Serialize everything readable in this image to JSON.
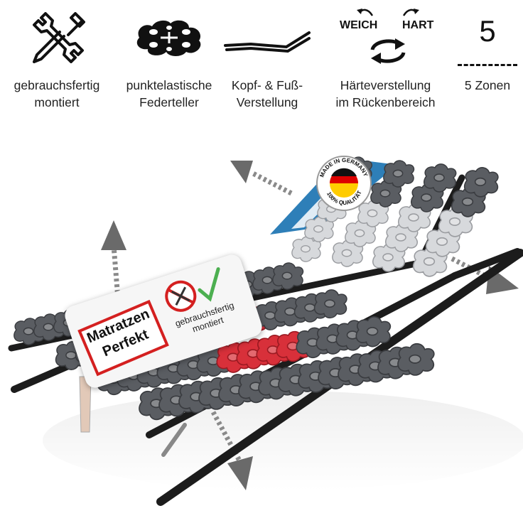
{
  "features": [
    {
      "icon": "wrench-screwdriver-icon",
      "lines": [
        "gebrauchsfertig",
        "montiert"
      ]
    },
    {
      "icon": "spring-plate-icon",
      "lines": [
        "punktelastische",
        "Federteller"
      ]
    },
    {
      "icon": "head-foot-adjustment-icon",
      "lines": [
        "Kopf- & Fuß-",
        "Verstellung"
      ]
    },
    {
      "icon": "firmness-toggle-icon",
      "soft_label": "WEICH",
      "hard_label": "HART",
      "lines": [
        "Härteverstellung",
        "im Rückenbereich"
      ]
    },
    {
      "icon": "zones-icon",
      "zones_number": "5",
      "lines": [
        "5 Zonen"
      ]
    }
  ],
  "product_card": {
    "logo_lines": [
      "Matratzen",
      "Perfekt"
    ],
    "badge_icon": "no-tools-check-icon",
    "badge_lines": [
      "gebrauchsfertig",
      "montiert"
    ]
  },
  "seal": {
    "icon": "made-in-germany-seal-icon",
    "lines": [
      "MADE IN GERMANY",
      "100% QUALITÄT"
    ]
  },
  "colors": {
    "accent_red": "#d42020",
    "plate_red": "#d8303a",
    "plate_grey": "#5a5d62",
    "plate_light": "#d7d9dc",
    "band_blue": "#2e7fb8",
    "frame_black": "#1c1c1c",
    "arrow_grey": "#6a6a6a"
  }
}
